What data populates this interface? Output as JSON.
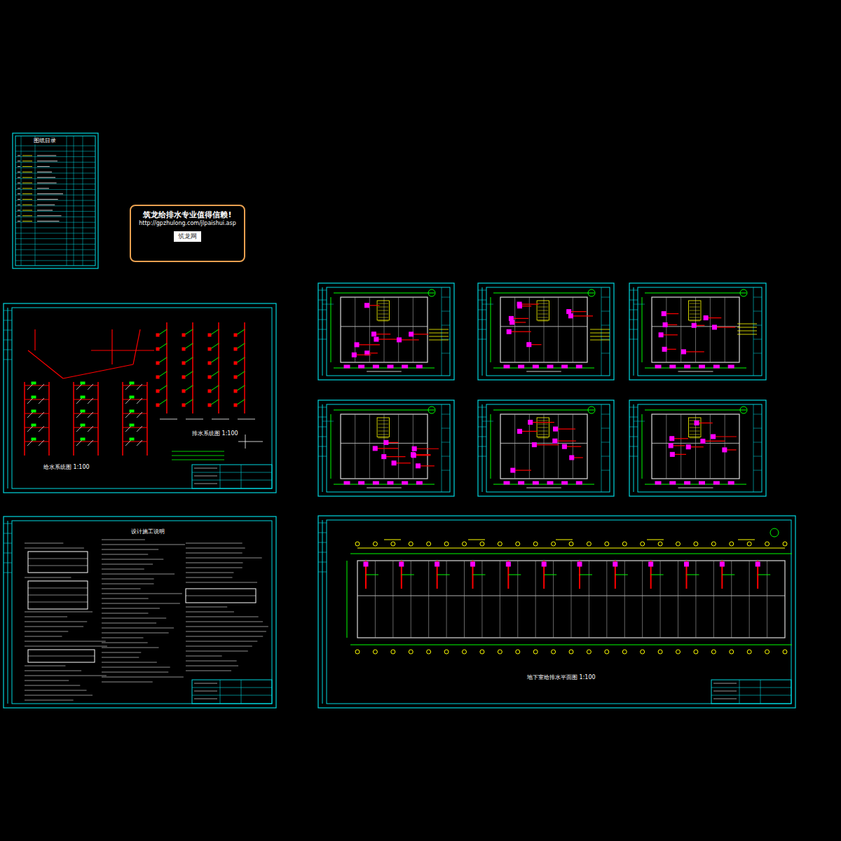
{
  "diagram": {
    "nodes": [
      {
        "text": [
          "筑龙给排水专业值得信赖!",
          "http://gpzhulong.com/jlpaishui.asp",
          "筑龙网"
        ]
      }
    ],
    "labels": [
      "图纸目录",
      "给水系统图 1:100",
      "排水系统图 1:100",
      "设计施工说明",
      "地下室给排水平面图 1:100"
    ]
  }
}
